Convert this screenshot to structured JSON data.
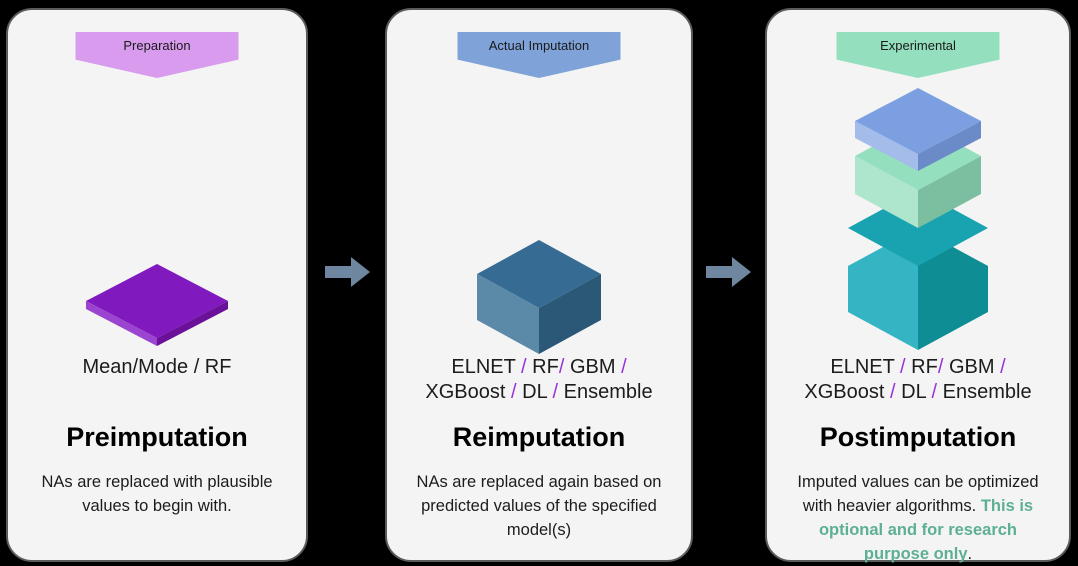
{
  "page": {
    "background_color": "#000000",
    "panel_fill": "#F4F4F4",
    "panel_border": "#5B5B5B",
    "separator_color": "#9B30D9",
    "highlight_color": "#5DAF95"
  },
  "arrows": [
    {
      "name": "arrow-preimputation-to-reimputation",
      "color": "#6E86A0"
    },
    {
      "name": "arrow-reimputation-to-postimputation",
      "color": "#6E86A0"
    }
  ],
  "panels": [
    {
      "id": "preimputation",
      "banner": {
        "label": "Preparation",
        "color": "#D89BEE"
      },
      "graphic": {
        "name": "purple-slab-cube",
        "blocks": [
          {
            "top": "#8019BE",
            "left": "#9A44CF",
            "right": "#6A1099",
            "height": "flat"
          }
        ]
      },
      "models_html": "Mean/Mode / RF",
      "heading": "Preimputation",
      "description_html": "NAs are replaced with plausible values to begin with."
    },
    {
      "id": "reimputation",
      "banner": {
        "label": "Actual Imputation",
        "color": "#7FA3D8"
      },
      "graphic": {
        "name": "blue-cube",
        "blocks": [
          {
            "top": "#366C94",
            "left": "#5B89A8",
            "right": "#2C5878",
            "height": "tall"
          }
        ]
      },
      "models_html": "ELNET <span class=\"sep\">/</span> RF<span class=\"sep\">/</span> GBM <span class=\"sep\">/</span><br>XGBoost <span class=\"sep\">/</span> DL <span class=\"sep\">/</span> Ensemble",
      "heading": "Reimputation",
      "description_html": "NAs are replaced again based on predicted values of the specified model(s)"
    },
    {
      "id": "postimputation",
      "banner": {
        "label": "Experimental",
        "color": "#93DFBE"
      },
      "graphic": {
        "name": "stacked-cubes",
        "blocks": [
          {
            "name": "periwinkle-slab",
            "top": "#7B9FE0",
            "left": "#A3BCEA",
            "right": "#6A8BC8"
          },
          {
            "name": "mint-cube",
            "top": "#93DFBE",
            "left": "#AEE5CD",
            "right": "#7CBFA0"
          },
          {
            "name": "teal-cube",
            "top": "#19A3B0",
            "left": "#35B4C4",
            "right": "#0E8E94"
          }
        ]
      },
      "models_html": "ELNET <span class=\"sep\">/</span> RF<span class=\"sep\">/</span> GBM <span class=\"sep\">/</span><br>XGBoost <span class=\"sep\">/</span> DL <span class=\"sep\">/</span> Ensemble",
      "heading": "Postimputation",
      "description_html": "Imputed values can be optimized with heavier algorithms. <span class=\"hl\">This is optional and for research purpose only</span>."
    }
  ]
}
